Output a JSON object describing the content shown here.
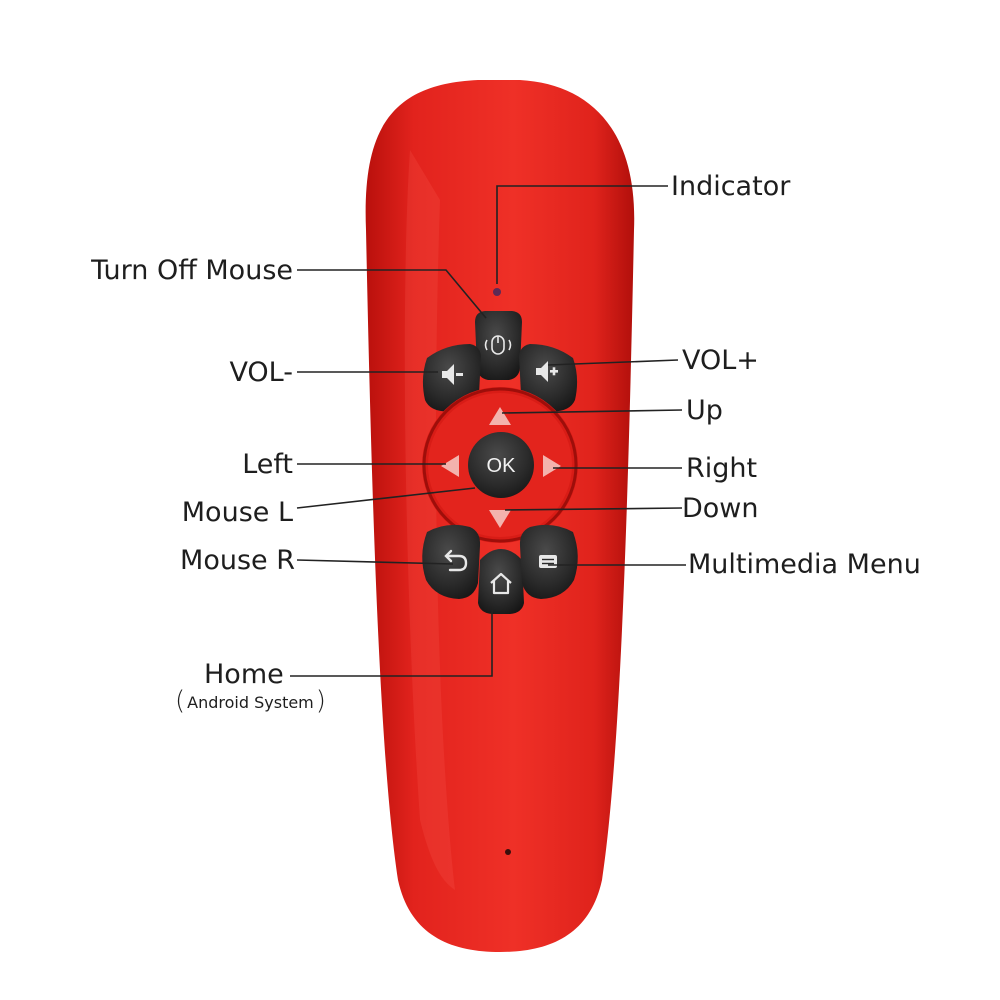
{
  "device": {
    "body_color": "#e8261f",
    "button_color": "#2a2a2a",
    "arrow_color": "#f3b3ad"
  },
  "buttons": {
    "ok_label": "OK"
  },
  "labels": {
    "indicator": "Indicator",
    "turn_off_mouse": "Turn Off Mouse",
    "vol_minus": "VOL-",
    "vol_plus": "VOL+",
    "up": "Up",
    "left": "Left",
    "right": "Right",
    "mouse_l": "Mouse L",
    "down": "Down",
    "mouse_r": "Mouse R",
    "multimedia_menu": "Multimedia Menu",
    "home": "Home",
    "home_note": "Android System"
  },
  "icons": {
    "mouse_off": "mouse-off-icon",
    "volume_down": "volume-down-icon",
    "volume_up": "volume-up-icon",
    "back": "back-arrow-icon",
    "home": "home-icon",
    "menu": "menu-icon"
  }
}
